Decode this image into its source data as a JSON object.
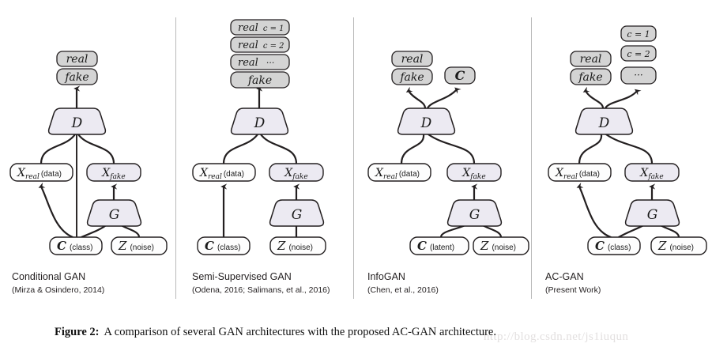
{
  "figure": {
    "caption_label": "Figure 2:",
    "caption_text": "A comparison of several GAN architectures with the proposed AC-GAN architecture.",
    "watermark": "http://blog.csdn.net/js1iuqun"
  },
  "colors": {
    "gray_node_fill": "#d4d4d4",
    "lavender_node_fill": "#eceaf2",
    "white_node_fill": "#fdfdfd",
    "stroke": "#231f20",
    "divider": "#b9b9b9",
    "caption": "#111111",
    "watermark": "#e3e0e0",
    "background": "#ffffff"
  },
  "panels": [
    {
      "id": "conditional-gan",
      "title": "Conditional GAN",
      "subtitle": "(Mirza & Osindero, 2014)",
      "outputs": [
        {
          "id": "real",
          "math": "real",
          "plain": ""
        },
        {
          "id": "fake",
          "math": "fake",
          "plain": ""
        }
      ],
      "discriminator": "D",
      "generator": "G",
      "inputs_mid": [
        {
          "id": "x-real",
          "math": "X",
          "sub": "real",
          "plain": "(data)"
        },
        {
          "id": "x-fake",
          "math": "X",
          "sub": "fake",
          "plain": ""
        }
      ],
      "inputs_bottom": [
        {
          "id": "c",
          "math": "C",
          "plain": "(class)"
        },
        {
          "id": "z",
          "math": "Z",
          "plain": "(noise)"
        }
      ]
    },
    {
      "id": "semi-supervised-gan",
      "title": "Semi-Supervised GAN",
      "subtitle": "(Odena, 2016;  Salimans, et al., 2016)",
      "outputs": [
        {
          "id": "real-c1",
          "math": "real",
          "plain": "c = 1"
        },
        {
          "id": "real-c2",
          "math": "real",
          "plain": "c = 2"
        },
        {
          "id": "real-dots",
          "math": "real",
          "plain": "···"
        },
        {
          "id": "fake",
          "math": "fake",
          "plain": ""
        }
      ],
      "discriminator": "D",
      "generator": "G",
      "inputs_mid": [
        {
          "id": "x-real",
          "math": "X",
          "sub": "real",
          "plain": "(data)"
        },
        {
          "id": "x-fake",
          "math": "X",
          "sub": "fake",
          "plain": ""
        }
      ],
      "inputs_bottom": [
        {
          "id": "c",
          "math": "C",
          "plain": "(class)"
        },
        {
          "id": "z",
          "math": "Z",
          "plain": "(noise)"
        }
      ]
    },
    {
      "id": "infogan",
      "title": "InfoGAN",
      "subtitle": "(Chen, et al., 2016)",
      "outputs": [
        {
          "id": "real",
          "math": "real",
          "plain": ""
        },
        {
          "id": "fake",
          "math": "fake",
          "plain": ""
        }
      ],
      "outputs_right": [
        {
          "id": "c-head",
          "math": "C",
          "plain": ""
        }
      ],
      "discriminator": "D",
      "generator": "G",
      "inputs_mid": [
        {
          "id": "x-real",
          "math": "X",
          "sub": "real",
          "plain": "(data)"
        },
        {
          "id": "x-fake",
          "math": "X",
          "sub": "fake",
          "plain": ""
        }
      ],
      "inputs_bottom": [
        {
          "id": "c",
          "math": "C",
          "plain": "(latent)"
        },
        {
          "id": "z",
          "math": "Z",
          "plain": "(noise)"
        }
      ]
    },
    {
      "id": "ac-gan",
      "title": "AC-GAN",
      "subtitle": "(Present Work)",
      "outputs": [
        {
          "id": "real",
          "math": "real",
          "plain": ""
        },
        {
          "id": "fake",
          "math": "fake",
          "plain": ""
        }
      ],
      "outputs_right": [
        {
          "id": "c1",
          "math": "",
          "plain": "c = 1"
        },
        {
          "id": "c2",
          "math": "",
          "plain": "c = 2"
        },
        {
          "id": "cdots",
          "math": "",
          "plain": "···"
        }
      ],
      "discriminator": "D",
      "generator": "G",
      "inputs_mid": [
        {
          "id": "x-real",
          "math": "X",
          "sub": "real",
          "plain": "(data)"
        },
        {
          "id": "x-fake",
          "math": "X",
          "sub": "fake",
          "plain": ""
        }
      ],
      "inputs_bottom": [
        {
          "id": "c",
          "math": "C",
          "plain": "(class)"
        },
        {
          "id": "z",
          "math": "Z",
          "plain": "(noise)"
        }
      ]
    }
  ]
}
